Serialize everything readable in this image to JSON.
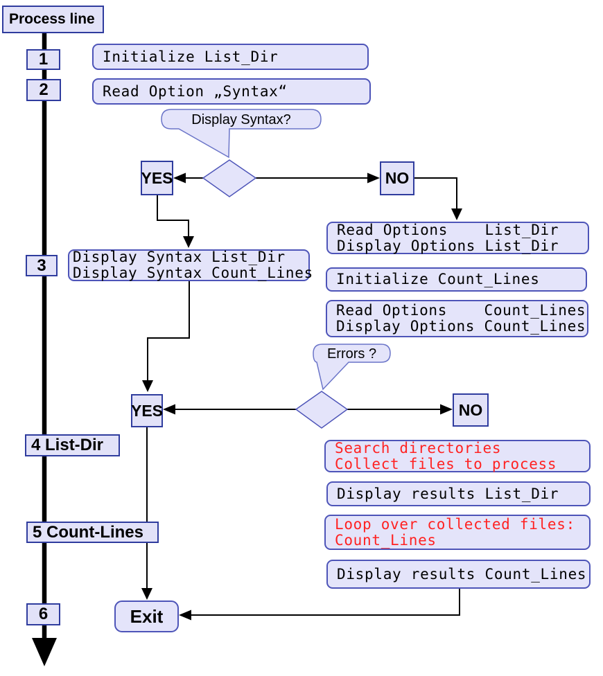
{
  "colors": {
    "box_fill": "#e4e4fa",
    "box_border": "#4d54b8",
    "step_border": "#2f3c9e",
    "connector": "#000000",
    "red_text": "#ff2222"
  },
  "process_line": {
    "title": "Process line",
    "steps": {
      "s1": "1",
      "s2": "2",
      "s3": "3",
      "s4": "4 List-Dir",
      "s5": "5 Count-Lines",
      "s6": "6"
    }
  },
  "nodes": {
    "init_list_dir": {
      "line1": "Initialize List_Dir"
    },
    "read_option_syntax": {
      "line1": "Read Option „Syntax“"
    },
    "display_syntax_callout": {
      "label": "Display Syntax?"
    },
    "yes1": {
      "label": "YES"
    },
    "no1": {
      "label": "NO"
    },
    "display_syntax": {
      "line1": "Display Syntax List_Dir",
      "line2": "Display Syntax Count_Lines"
    },
    "read_options_list_dir": {
      "line1": "Read Options    List_Dir",
      "line2": "Display Options List_Dir"
    },
    "init_count_lines": {
      "line1": "Initialize Count_Lines"
    },
    "read_options_count_lines": {
      "line1": "Read Options    Count_Lines",
      "line2": "Display Options Count_Lines"
    },
    "errors_callout": {
      "label": "Errors ?"
    },
    "yes2": {
      "label": "YES"
    },
    "no2": {
      "label": "NO"
    },
    "search_directories": {
      "line1": "Search directories",
      "line2": "Collect files to process"
    },
    "display_results_list_dir": {
      "line1": "Display results List_Dir"
    },
    "loop_collected_files": {
      "line1": "Loop over collected files:",
      "line2": "Count_Lines"
    },
    "display_results_count_lines": {
      "line1": "Display results Count_Lines"
    },
    "exit": {
      "label": "Exit"
    }
  }
}
